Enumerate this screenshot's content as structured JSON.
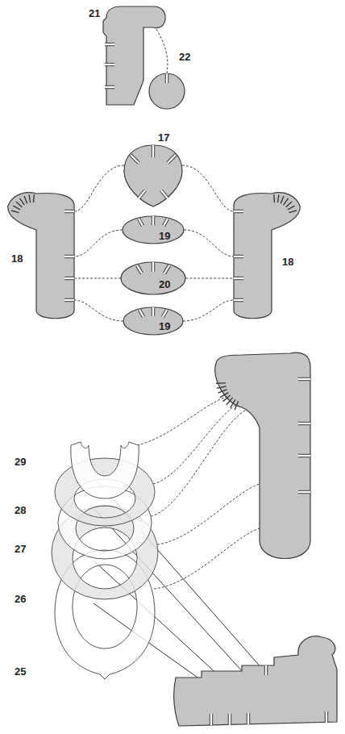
{
  "diagram": {
    "labels": [
      "21",
      "22",
      "17",
      "18",
      "18",
      "19",
      "20",
      "19",
      "29",
      "28",
      "27",
      "26",
      "25"
    ]
  }
}
